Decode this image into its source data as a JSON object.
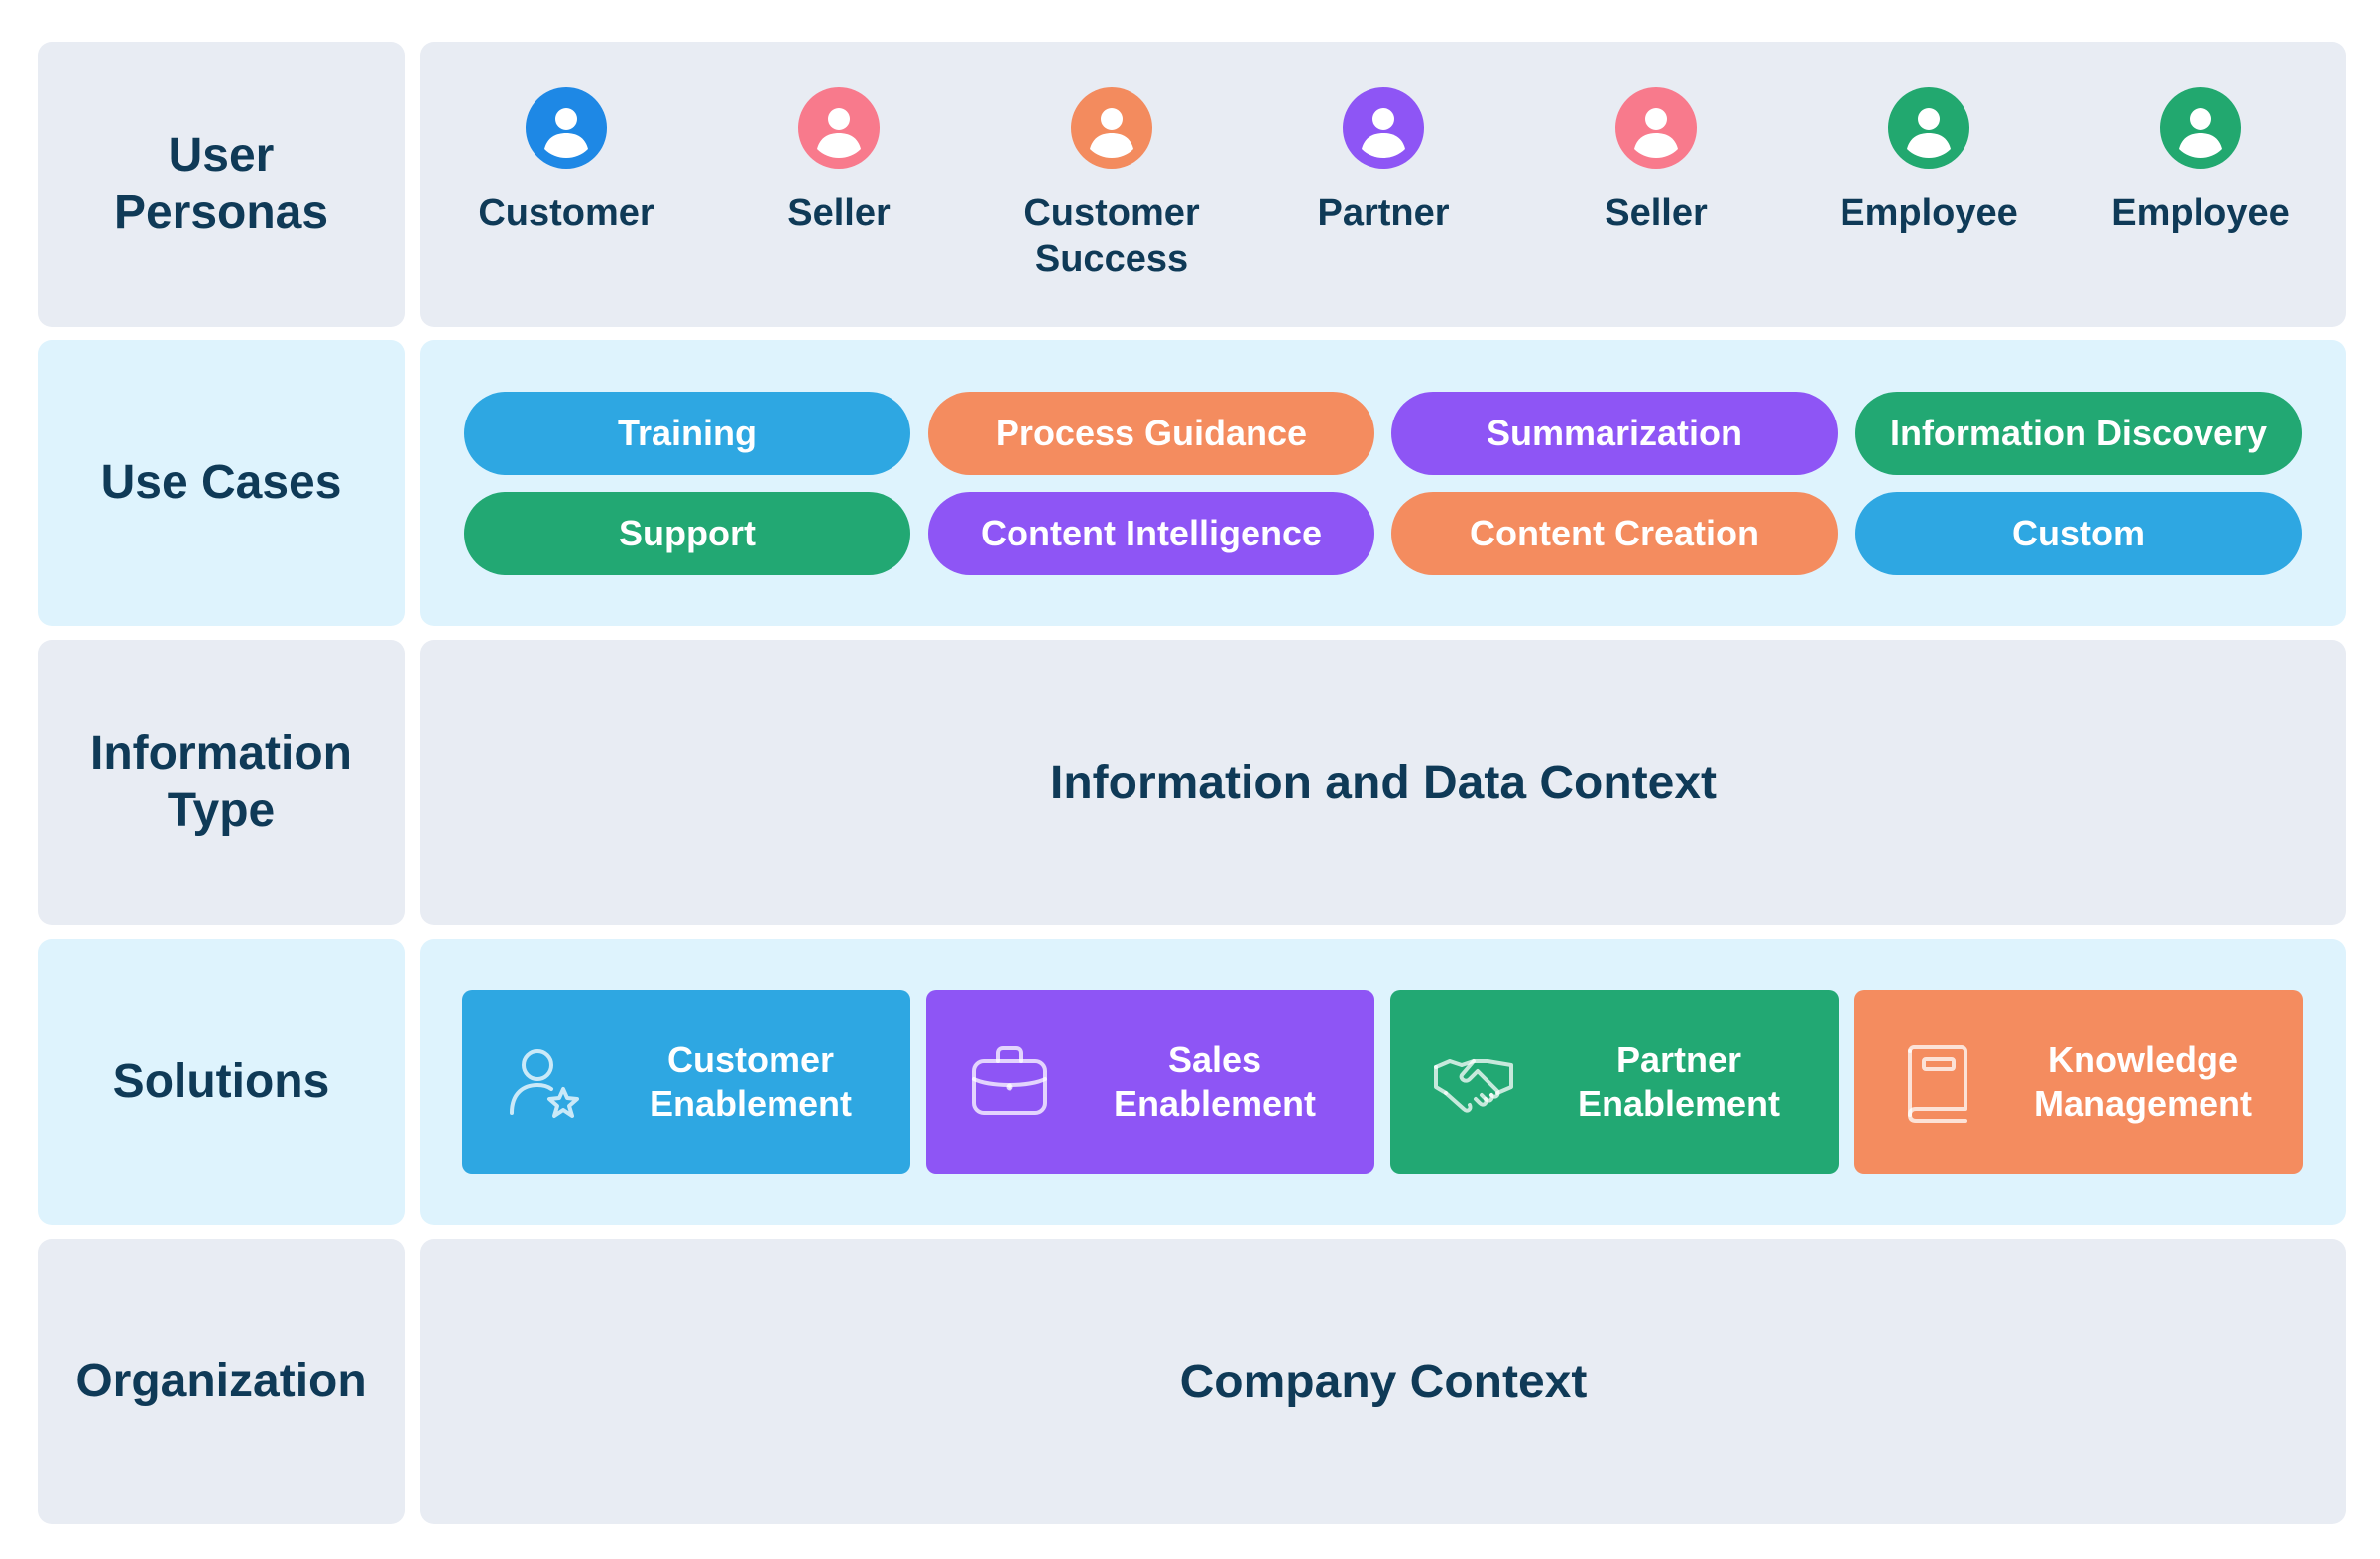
{
  "rows": {
    "personas": {
      "label": "User\nPersonas"
    },
    "use_cases": {
      "label": "Use Cases"
    },
    "info_type": {
      "label": "Information\nType",
      "content": "Information and Data Context"
    },
    "solutions": {
      "label": "Solutions"
    },
    "organization": {
      "label": "Organization",
      "content": "Company Context"
    }
  },
  "personas": [
    {
      "name": "Customer",
      "color": "#1e88e5"
    },
    {
      "name": "Seller",
      "color": "#f87a8c"
    },
    {
      "name": "Customer\nSuccess",
      "color": "#f38b5e"
    },
    {
      "name": "Partner",
      "color": "#8e55f5"
    },
    {
      "name": "Seller",
      "color": "#f87a8c"
    },
    {
      "name": "Employee",
      "color": "#22a86f"
    },
    {
      "name": "Employee",
      "color": "#22a86f"
    }
  ],
  "use_cases": [
    {
      "label": "Training",
      "color": "#2ea7e2"
    },
    {
      "label": "Process Guidance",
      "color": "#f48c5f"
    },
    {
      "label": "Summarization",
      "color": "#8e55f5"
    },
    {
      "label": "Information Discovery",
      "color": "#22a873"
    },
    {
      "label": "Support",
      "color": "#22a873"
    },
    {
      "label": "Content Intelligence",
      "color": "#8e55f5"
    },
    {
      "label": "Content Creation",
      "color": "#f48c5f"
    },
    {
      "label": "Custom",
      "color": "#2ea7e2"
    }
  ],
  "solutions": [
    {
      "label": "Customer\nEnablement",
      "color": "#2ea7e2",
      "icon": "user-star-icon"
    },
    {
      "label": "Sales\nEnablement",
      "color": "#8e55f5",
      "icon": "briefcase-icon"
    },
    {
      "label": "Partner\nEnablement",
      "color": "#22a873",
      "icon": "handshake-icon"
    },
    {
      "label": "Knowledge\nManagement",
      "color": "#f48c5f",
      "icon": "book-icon"
    }
  ]
}
